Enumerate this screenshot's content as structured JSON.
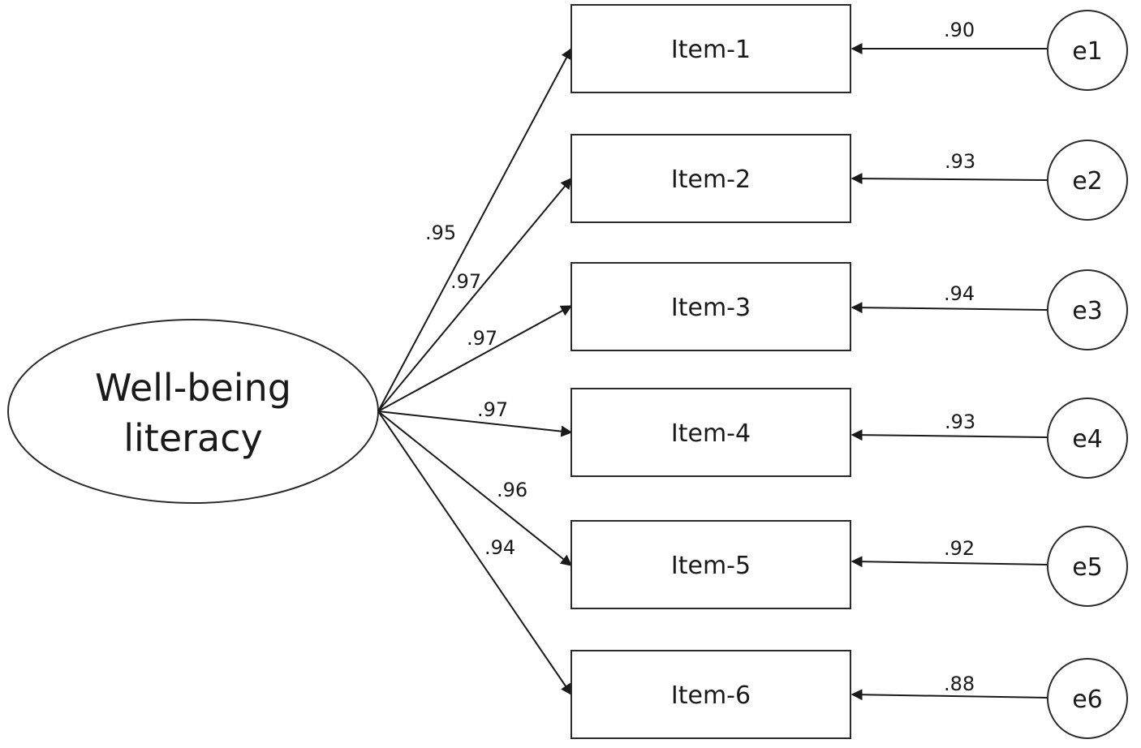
{
  "latent": {
    "label_line1": "Well-being",
    "label_line2": "literacy"
  },
  "items": [
    {
      "label": "Item-1",
      "loading": ".95",
      "error_label": "e1",
      "error_coef": ".90"
    },
    {
      "label": "Item-2",
      "loading": ".97",
      "error_label": "e2",
      "error_coef": ".93"
    },
    {
      "label": "Item-3",
      "loading": ".97",
      "error_label": "e3",
      "error_coef": ".94"
    },
    {
      "label": "Item-4",
      "loading": ".97",
      "error_label": "e4",
      "error_coef": ".93"
    },
    {
      "label": "Item-5",
      "loading": ".96",
      "error_label": "e5",
      "error_coef": ".92"
    },
    {
      "label": "Item-6",
      "loading": ".94",
      "error_label": "e6",
      "error_coef": ".88"
    }
  ]
}
